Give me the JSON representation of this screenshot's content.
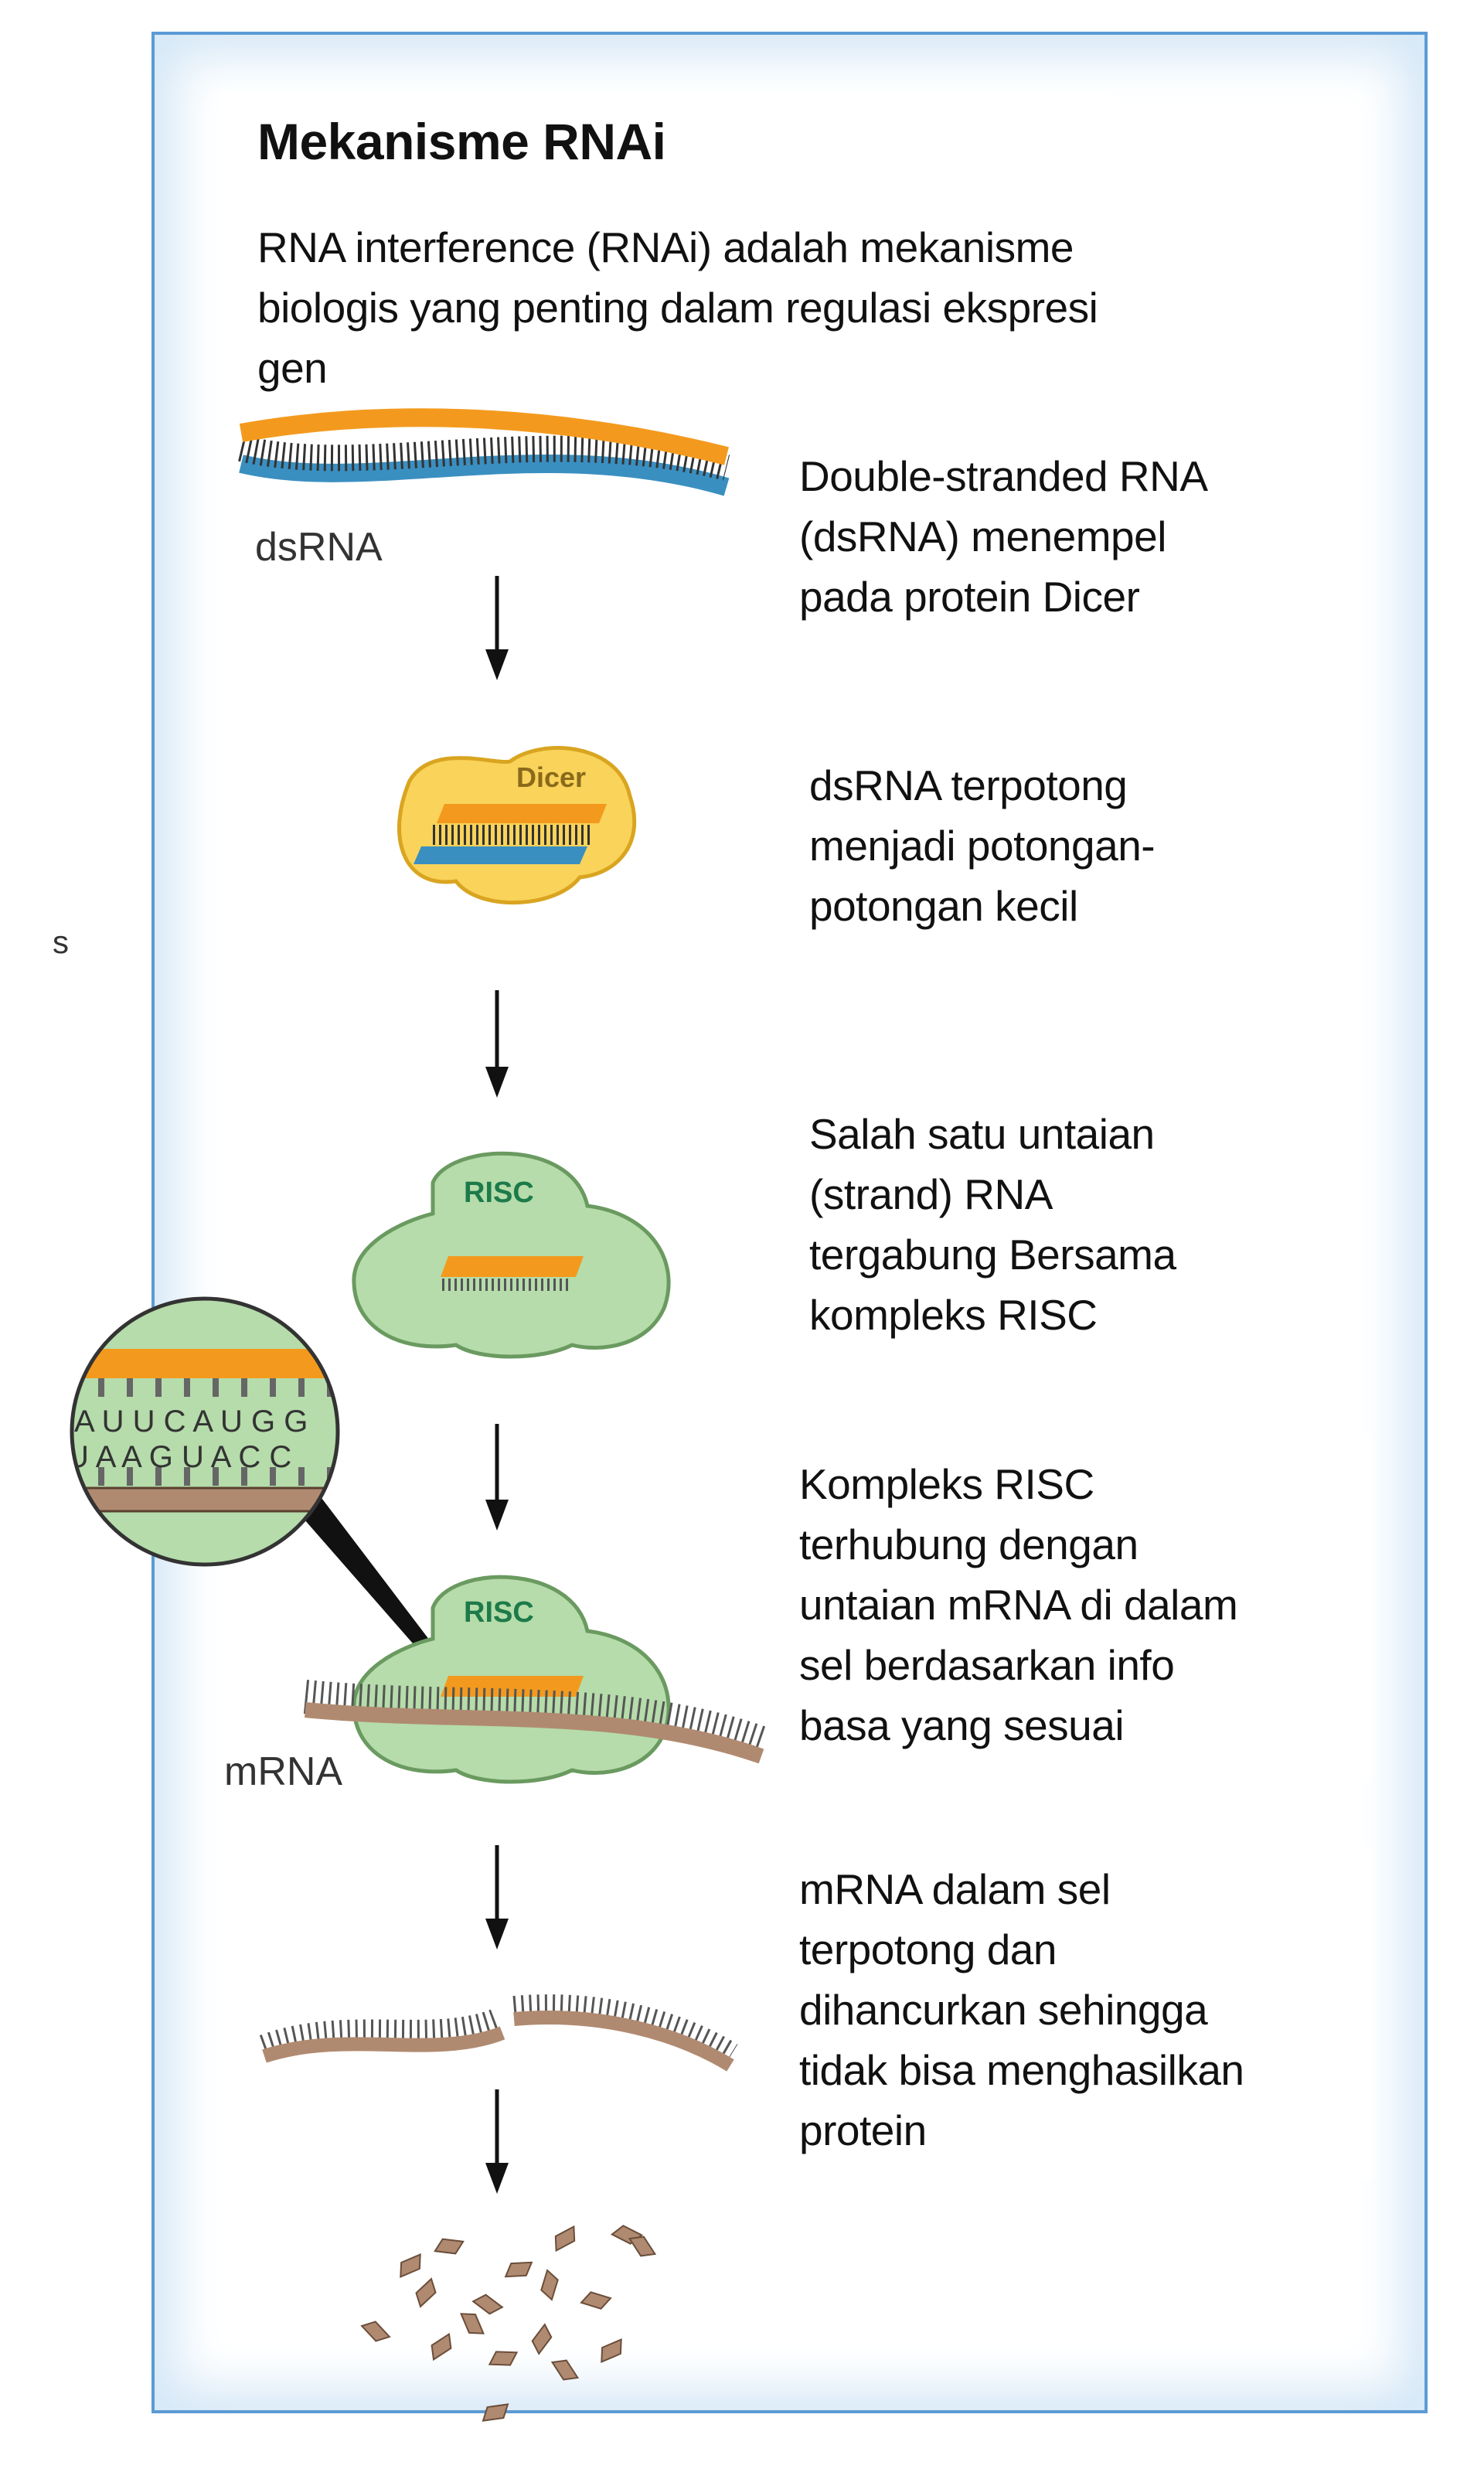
{
  "title": "Mekanisme RNAi",
  "intro": "RNA interference (RNAi) adalah mekanisme\nbiologis yang penting dalam regulasi ekspresi\ngen",
  "stray_char": "s",
  "labels": {
    "dsrna": "dsRNA",
    "dicer": "Dicer",
    "risc": "RISC",
    "mrna": "mRNA"
  },
  "magnifier": {
    "top_bases": "A U U C A U G G",
    "bottom_bases": "U A A G U A C C"
  },
  "steps": [
    {
      "text": "Double-stranded RNA\n(dsRNA) menempel\npada protein Dicer"
    },
    {
      "text": "dsRNA terpotong\nmenjadi potongan-\npotongan kecil"
    },
    {
      "text": "Salah satu untaian\n(strand) RNA\ntergabung Bersama\nkompleks RISC"
    },
    {
      "text": "Kompleks RISC\nterhubung dengan\nuntaian mRNA di dalam\nsel berdasarkan info\nbasa yang sesuai"
    },
    {
      "text": "mRNA dalam sel\nterpotong dan\ndihancurkan sehingga\ntidak bisa menghasilkan\nprotein"
    }
  ],
  "colors": {
    "frame_border": "#5b9bd5",
    "frame_glow": "#d6e8f7",
    "orange_strand": "#f39a1e",
    "blue_strand": "#3a8fc1",
    "dicer_fill": "#f9d35a",
    "risc_fill": "#b5dcaa",
    "risc_text": "#1d7a4a",
    "mrna_strand": "#b08a70"
  }
}
